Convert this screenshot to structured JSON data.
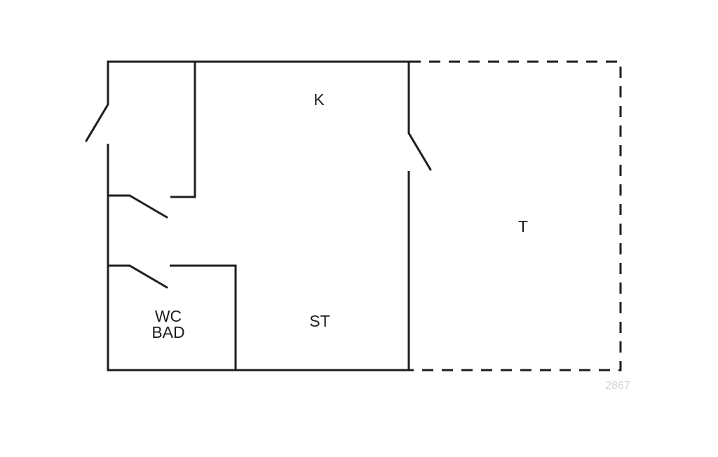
{
  "floorplan": {
    "rooms": {
      "kitchen": "K",
      "living": "ST",
      "wc_line1": "WC",
      "wc_line2": "BAD",
      "terrace": "T"
    },
    "drawing_number": "2867"
  },
  "colors": {
    "line": "#1d1d1b",
    "drawing_number": "#cfd4d8",
    "background": "#ffffff"
  }
}
